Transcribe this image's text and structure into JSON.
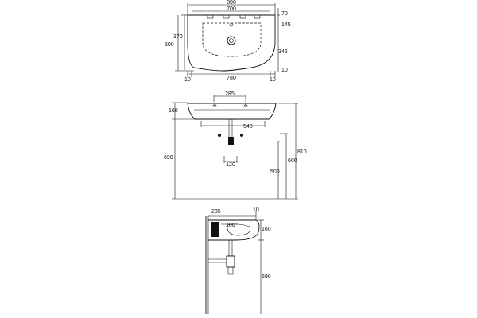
{
  "top_view": {
    "dims": {
      "overall_width": "800",
      "inner_width": "700",
      "back_depth": "70",
      "tap_hole_offset": "145",
      "bowl_depth": "370",
      "overall_depth": "500",
      "front_depth": "345",
      "front_margin": "10",
      "left_margin": "10",
      "base_width": "780",
      "right_margin": "10"
    }
  },
  "front_view": {
    "dims": {
      "holes_spacing": "285",
      "basin_height": "160",
      "pedestal_width": "540",
      "floor_to_bottom": "690",
      "trap_width": "120",
      "drain_height": "500",
      "bracket_height": "600",
      "total_height": "810"
    }
  },
  "side_view": {
    "dims": {
      "projection": "235",
      "wall_gap": "10",
      "waste_offset": "100",
      "basin_height": "160",
      "floor_to_bottom": "690"
    }
  }
}
